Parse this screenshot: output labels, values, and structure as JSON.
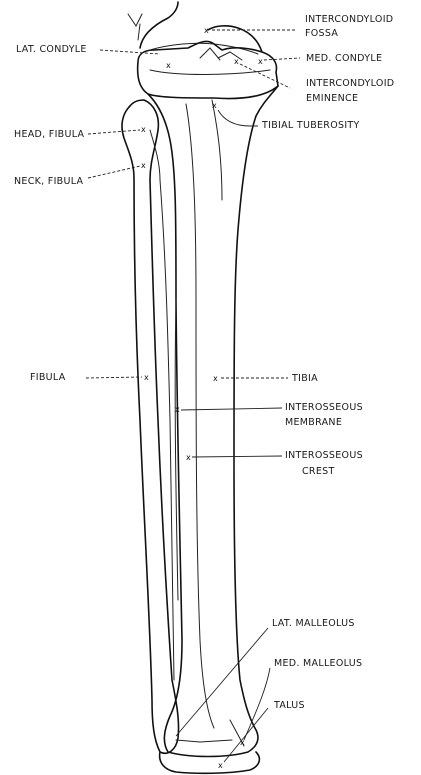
{
  "figure": {
    "marker_glyph": "x",
    "labels": {
      "intercondyloid_fossa": [
        "INTERCONDYLOID",
        "FOSSA"
      ],
      "lat_condyle": [
        "LAT. CONDYLE"
      ],
      "med_condyle": [
        "MED. CONDYLE"
      ],
      "intercondyloid_eminence": [
        "INTERCONDYLOID",
        "EMINENCE"
      ],
      "tibial_tuberosity": [
        "TIBIAL TUBEROSITY"
      ],
      "head_fibula": [
        "HEAD, FIBULA"
      ],
      "neck_fibula": [
        "NECK, FIBULA"
      ],
      "fibula": [
        "FIBULA"
      ],
      "tibia": [
        "TIBIA"
      ],
      "interosseous_membrane": [
        "INTEROSSEOUS",
        "MEMBRANE"
      ],
      "interosseous_crest": [
        "INTEROSSEOUS",
        "CREST"
      ],
      "lat_malleolus": [
        "LAT. MALLEOLUS"
      ],
      "med_malleolus": [
        "MED. MALLEOLUS"
      ],
      "talus": [
        "TALUS"
      ]
    }
  }
}
